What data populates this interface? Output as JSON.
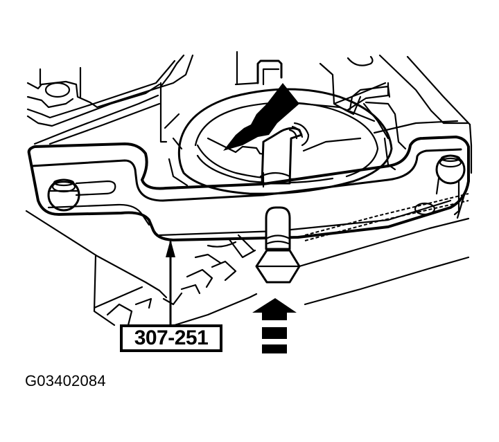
{
  "diagram": {
    "type": "technical-line-illustration",
    "subject": "Special tool bracket installed across component with center forcing screw",
    "tool_label": "307-251",
    "figure_id": "G03402084",
    "indicators": {
      "direction_arrow": "large solid black arrow pointing down-left into center bore",
      "force_arrow": "bold upward arrow with two bars beneath, under center bolt"
    },
    "colors": {
      "ink": "#000000",
      "background": "#ffffff"
    }
  }
}
